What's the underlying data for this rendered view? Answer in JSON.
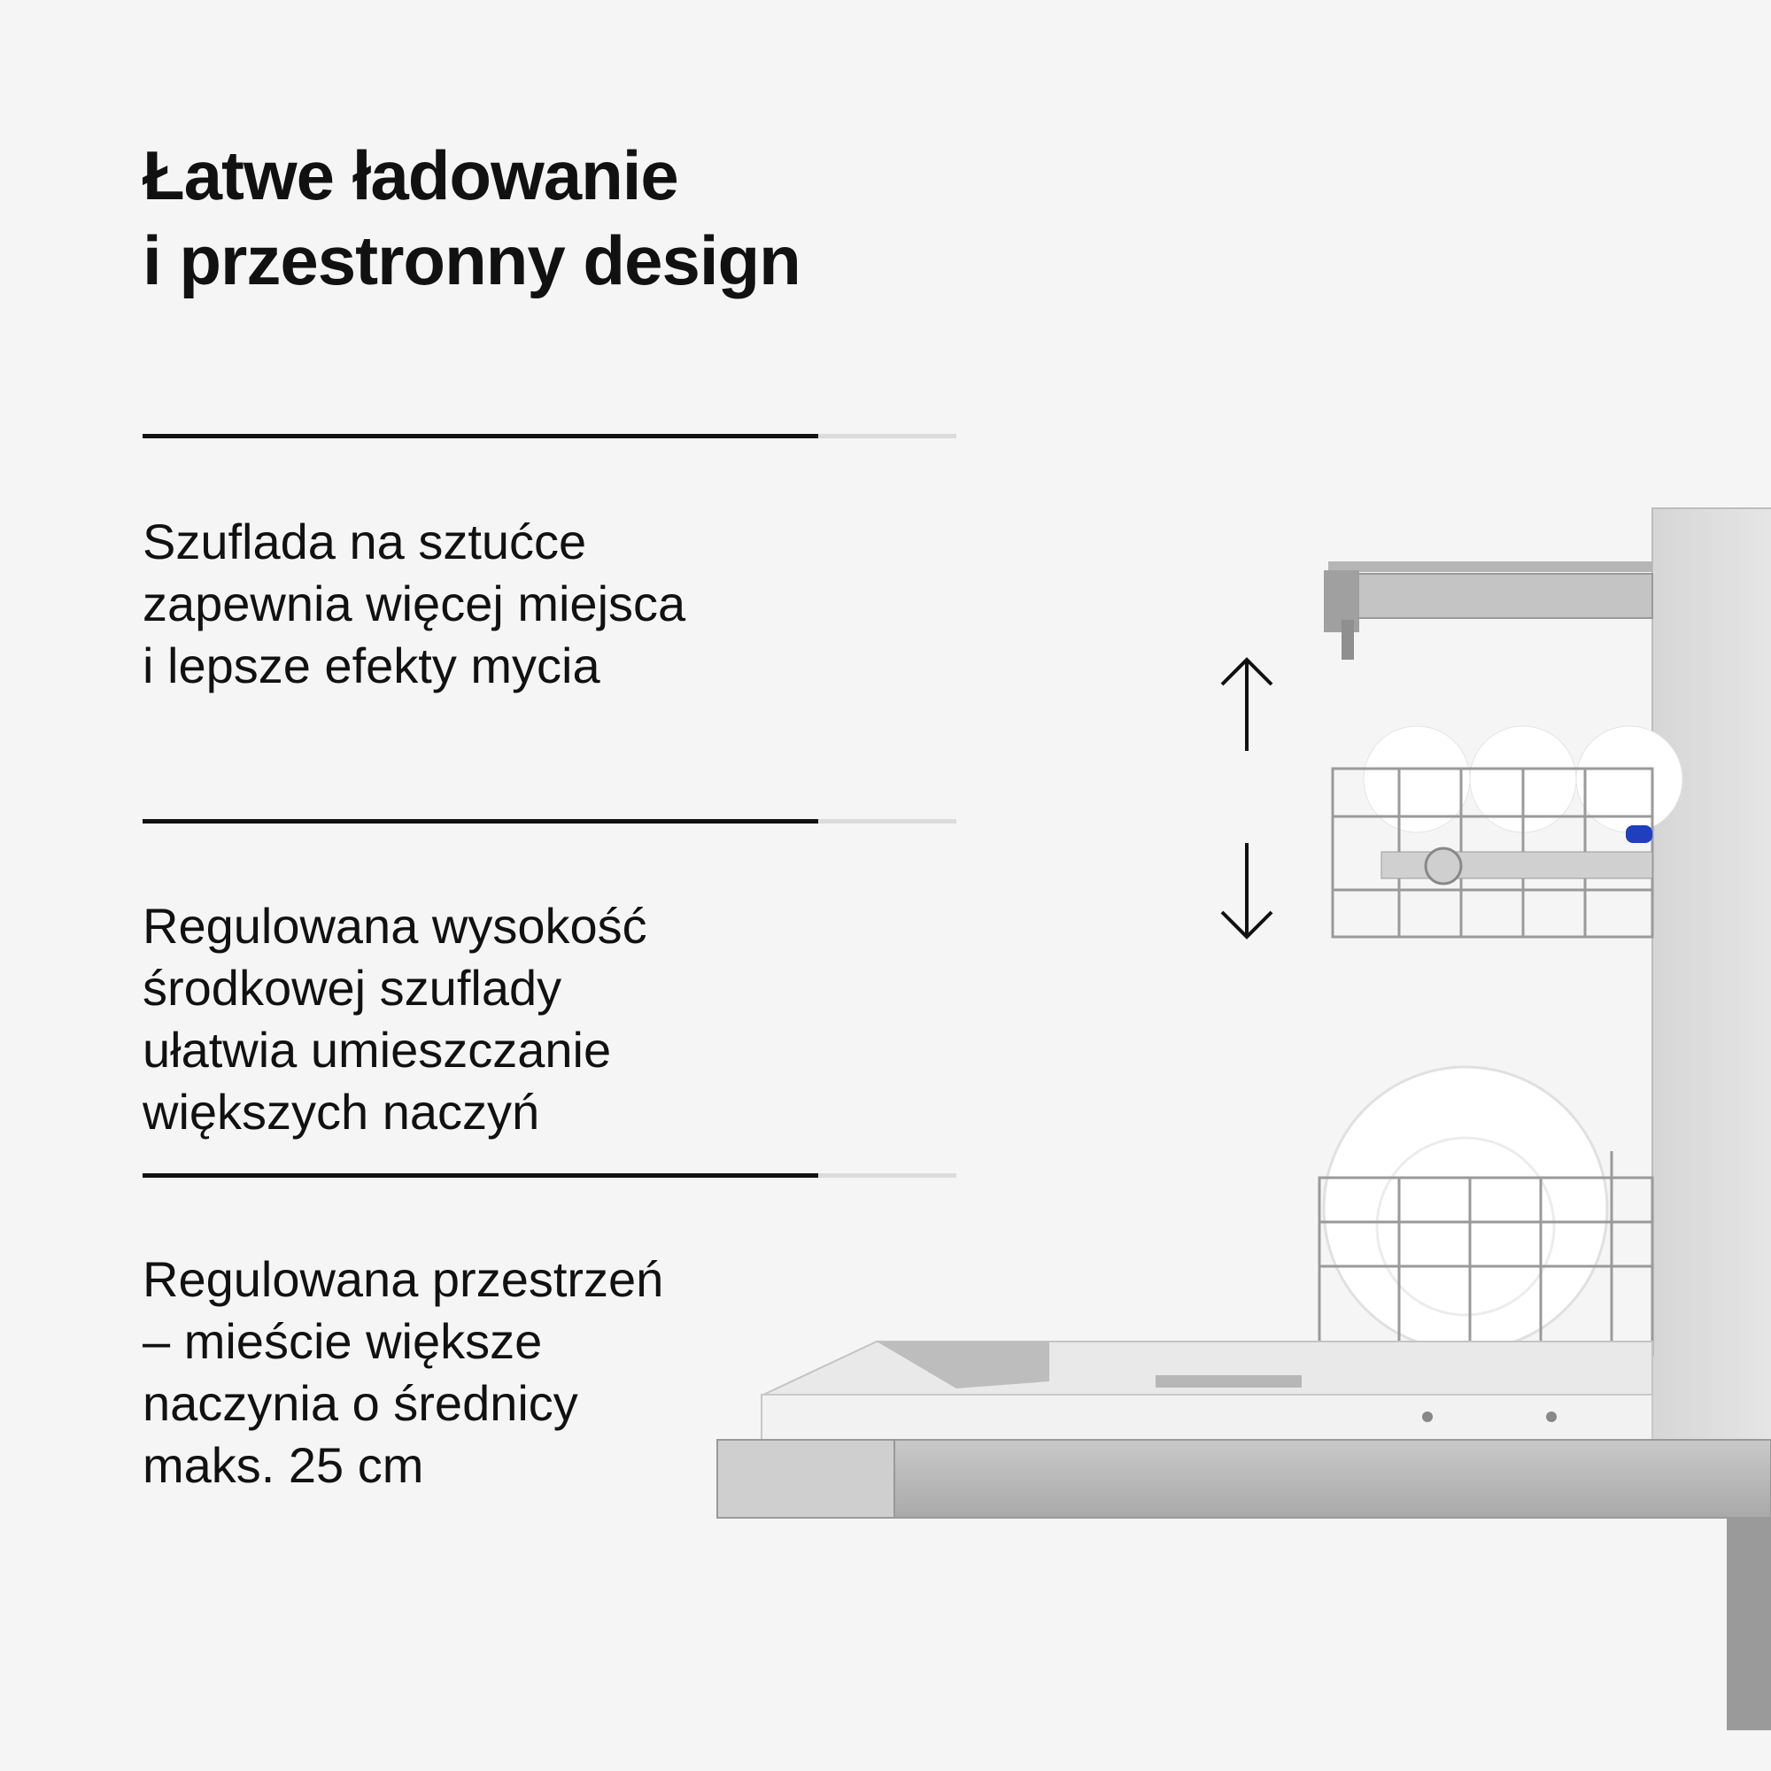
{
  "heading": {
    "lines": [
      "Łatwe ładowanie",
      "i przestronny design"
    ]
  },
  "features": [
    {
      "lines": [
        "Szuflada na sztućce",
        "zapewnia więcej miejsca",
        "i lepsze efekty mycia"
      ],
      "progress": 0.83
    },
    {
      "lines": [
        "Regulowana wysokość",
        "środkowej szuflady",
        "ułatwia umieszczanie",
        "większych naczyń"
      ],
      "progress": 0.83
    },
    {
      "lines": [
        "Regulowana przestrzeń",
        "– mieście większe",
        "naczynia o średnicy",
        "maks. 25 cm"
      ],
      "progress": 0.83
    }
  ],
  "icons": {
    "up": "arrow-up-icon",
    "down": "arrow-down-icon"
  },
  "colors": {
    "background": "#f5f5f5",
    "text": "#111111",
    "divider_active": "#111111",
    "divider_track": "#dcdcdc",
    "accent": "#1f3fbf"
  }
}
